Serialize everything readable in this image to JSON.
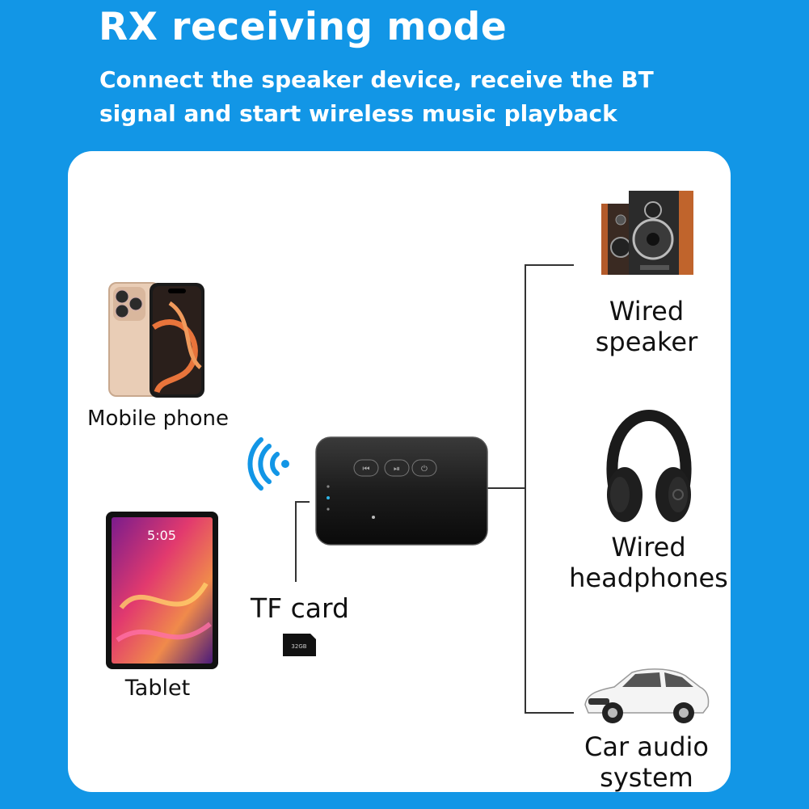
{
  "header": {
    "title": "RX receiving mode",
    "subtitle": "Connect the speaker device, receive the BT signal and start wireless music playback"
  },
  "sources": {
    "mobile_phone": "Mobile phone",
    "tablet": "Tablet",
    "tf_card": "TF card",
    "tf_card_capacity": "32GB",
    "tablet_clock": "5:05"
  },
  "outputs": {
    "speaker_line1": "Wired",
    "speaker_line2": "speaker",
    "headphones_line1": "Wired",
    "headphones_line2": "headphones",
    "car_line1": "Car audio",
    "car_line2": "system"
  },
  "colors": {
    "background": "#1296E6",
    "panel": "#FFFFFF",
    "signal": "#1296E6"
  },
  "icons": [
    "bluetooth-signal-icon",
    "previous-track-icon",
    "play-pause-icon",
    "mode-icon"
  ]
}
